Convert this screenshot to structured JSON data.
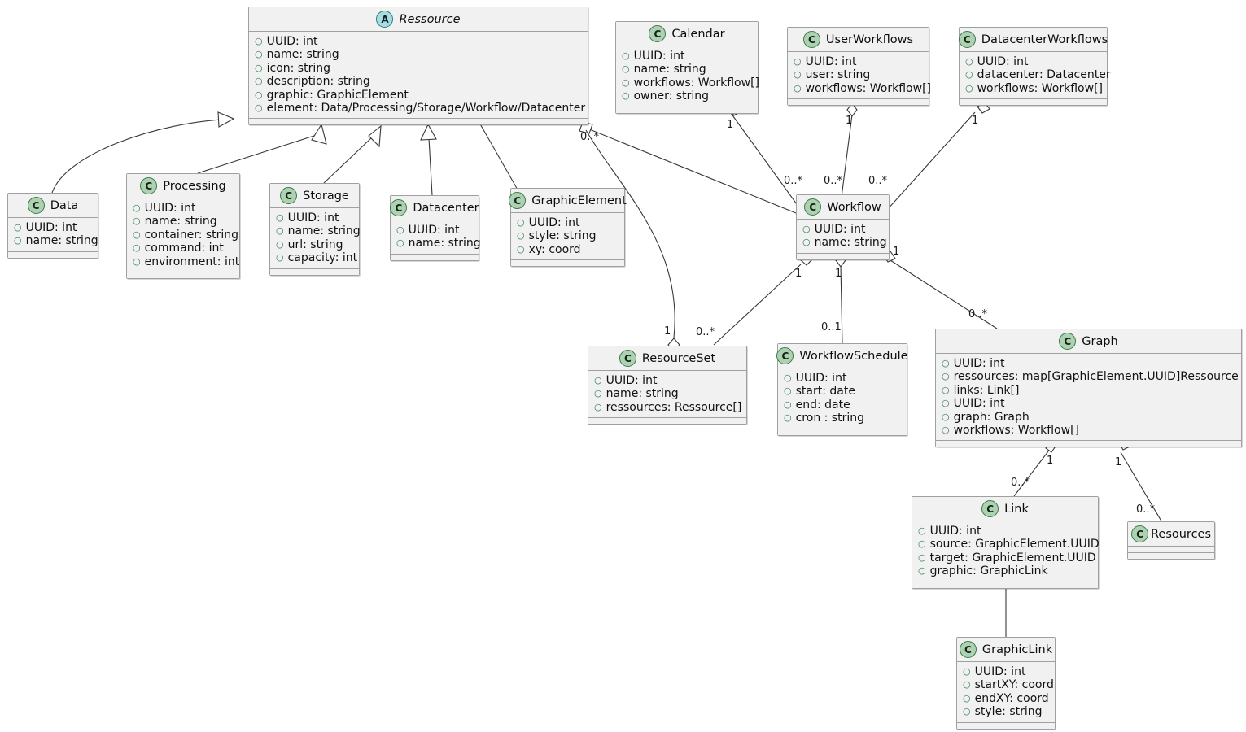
{
  "diagram": {
    "kind": "uml-class-diagram",
    "background": "#ffffff",
    "colors": {
      "class_fill": "#f1f1f1",
      "class_border": "#a0a0a0",
      "concrete_badge": "#ADD1B2",
      "abstract_badge": "#A9DCDF",
      "visibility_marker": "#2f7a4d",
      "edge_stroke": "#38383a"
    }
  },
  "classes": [
    {
      "id": "ressource",
      "name": "Ressource",
      "stereotype": "A",
      "abstract": true,
      "attributes": [
        "UUID: int",
        "name: string",
        "icon: string",
        "description: string",
        "graphic: GraphicElement",
        "element: Data/Processing/Storage/Workflow/Datacenter"
      ]
    },
    {
      "id": "data",
      "name": "Data",
      "stereotype": "C",
      "abstract": false,
      "attributes": [
        "UUID: int",
        "name: string"
      ]
    },
    {
      "id": "processing",
      "name": "Processing",
      "stereotype": "C",
      "abstract": false,
      "attributes": [
        "UUID: int",
        "name: string",
        "container: string",
        "command: int",
        "environment: int"
      ]
    },
    {
      "id": "storage",
      "name": "Storage",
      "stereotype": "C",
      "abstract": false,
      "attributes": [
        "UUID: int",
        "name: string",
        "url: string",
        "capacity: int"
      ]
    },
    {
      "id": "datacenter",
      "name": "Datacenter",
      "stereotype": "C",
      "abstract": false,
      "attributes": [
        "UUID: int",
        "name: string"
      ]
    },
    {
      "id": "graphicelement",
      "name": "GraphicElement",
      "stereotype": "C",
      "abstract": false,
      "attributes": [
        "UUID: int",
        "style: string",
        "xy: coord"
      ]
    },
    {
      "id": "calendar",
      "name": "Calendar",
      "stereotype": "C",
      "abstract": false,
      "attributes": [
        "UUID: int",
        "name: string",
        "workflows: Workflow[]",
        "owner: string"
      ]
    },
    {
      "id": "userworkflows",
      "name": "UserWorkflows",
      "stereotype": "C",
      "abstract": false,
      "attributes": [
        "UUID: int",
        "user: string",
        "workflows: Workflow[]"
      ]
    },
    {
      "id": "datacenterworkflows",
      "name": "DatacenterWorkflows",
      "stereotype": "C",
      "abstract": false,
      "attributes": [
        "UUID: int",
        "datacenter: Datacenter",
        "workflows: Workflow[]"
      ]
    },
    {
      "id": "workflow",
      "name": "Workflow",
      "stereotype": "C",
      "abstract": false,
      "attributes": [
        "UUID: int",
        "name: string"
      ]
    },
    {
      "id": "resourceset",
      "name": "ResourceSet",
      "stereotype": "C",
      "abstract": false,
      "attributes": [
        "UUID: int",
        "name: string",
        "ressources: Ressource[]"
      ]
    },
    {
      "id": "workflowschedule",
      "name": "WorkflowSchedule",
      "stereotype": "C",
      "abstract": false,
      "attributes": [
        "UUID: int",
        "start: date",
        "end: date",
        "cron : string"
      ]
    },
    {
      "id": "graph",
      "name": "Graph",
      "stereotype": "C",
      "abstract": false,
      "attributes": [
        "UUID: int",
        "ressources: map[GraphicElement.UUID]Ressource",
        "links: Link[]",
        "UUID: int",
        "graph: Graph",
        "workflows: Workflow[]"
      ]
    },
    {
      "id": "link",
      "name": "Link",
      "stereotype": "C",
      "abstract": false,
      "attributes": [
        "UUID: int",
        "source: GraphicElement.UUID",
        "target: GraphicElement.UUID",
        "graphic: GraphicLink"
      ]
    },
    {
      "id": "resources",
      "name": "Resources",
      "stereotype": "C",
      "abstract": false,
      "attributes": []
    },
    {
      "id": "graphiclink",
      "name": "GraphicLink",
      "stereotype": "C",
      "abstract": false,
      "attributes": [
        "UUID: int",
        "startXY: coord",
        "endXY: coord",
        "style: string"
      ]
    }
  ],
  "relations": [
    {
      "from": "data",
      "to": "ressource",
      "type": "generalization",
      "from_mult": "",
      "to_mult": ""
    },
    {
      "from": "processing",
      "to": "ressource",
      "type": "generalization",
      "from_mult": "",
      "to_mult": ""
    },
    {
      "from": "storage",
      "to": "ressource",
      "type": "generalization",
      "from_mult": "",
      "to_mult": ""
    },
    {
      "from": "datacenter",
      "to": "ressource",
      "type": "generalization",
      "from_mult": "",
      "to_mult": ""
    },
    {
      "from": "ressource",
      "to": "graphicelement",
      "type": "aggregation",
      "from_mult": "",
      "to_mult": ""
    },
    {
      "from": "ressource",
      "to": "workflow",
      "type": "aggregation",
      "from_mult": "0..*",
      "to_mult": ""
    },
    {
      "from": "ressource",
      "to": "resourceset",
      "type": "aggregation",
      "from_mult": "0..*",
      "to_mult": "1"
    },
    {
      "from": "calendar",
      "to": "workflow",
      "type": "aggregation",
      "from_mult": "1",
      "to_mult": "0..*"
    },
    {
      "from": "userworkflows",
      "to": "workflow",
      "type": "composition",
      "from_mult": "1",
      "to_mult": "0..*"
    },
    {
      "from": "datacenterworkflows",
      "to": "workflow",
      "type": "aggregation",
      "from_mult": "1",
      "to_mult": "0..*"
    },
    {
      "from": "workflow",
      "to": "resourceset",
      "type": "aggregation",
      "from_mult": "1",
      "to_mult": "0..*"
    },
    {
      "from": "workflow",
      "to": "workflowschedule",
      "type": "composition",
      "from_mult": "1",
      "to_mult": "0..1"
    },
    {
      "from": "workflow",
      "to": "graph",
      "type": "aggregation",
      "from_mult": "1",
      "to_mult": "0..*"
    },
    {
      "from": "graph",
      "to": "link",
      "type": "aggregation",
      "from_mult": "1",
      "to_mult": "0..*"
    },
    {
      "from": "graph",
      "to": "resources",
      "type": "aggregation",
      "from_mult": "1",
      "to_mult": "0..*"
    },
    {
      "from": "link",
      "to": "graphiclink",
      "type": "association",
      "from_mult": "",
      "to_mult": ""
    }
  ],
  "multiplicity_labels": [
    {
      "id": "m-ressource-fanout",
      "text": "0..*"
    },
    {
      "id": "m-calendar-1",
      "text": "1"
    },
    {
      "id": "m-userworkflows-1",
      "text": "1"
    },
    {
      "id": "m-datacenterworkflows-1",
      "text": "1"
    },
    {
      "id": "m-wf-in-calendar",
      "text": "0..*"
    },
    {
      "id": "m-wf-in-user",
      "text": "0..*"
    },
    {
      "id": "m-wf-in-dcwf",
      "text": "0..*"
    },
    {
      "id": "m-wf-rs-1",
      "text": "1"
    },
    {
      "id": "m-wf-ws-1",
      "text": "1"
    },
    {
      "id": "m-wf-graph-1",
      "text": "1"
    },
    {
      "id": "m-rs-1",
      "text": "1"
    },
    {
      "id": "m-rs-star",
      "text": "0..*"
    },
    {
      "id": "m-ws-01",
      "text": "0..1"
    },
    {
      "id": "m-graph-star",
      "text": "0..*"
    },
    {
      "id": "m-graph-link-1",
      "text": "1"
    },
    {
      "id": "m-graph-res-1",
      "text": "1"
    },
    {
      "id": "m-link-star",
      "text": "0..*"
    },
    {
      "id": "m-res-star",
      "text": "0..*"
    }
  ]
}
